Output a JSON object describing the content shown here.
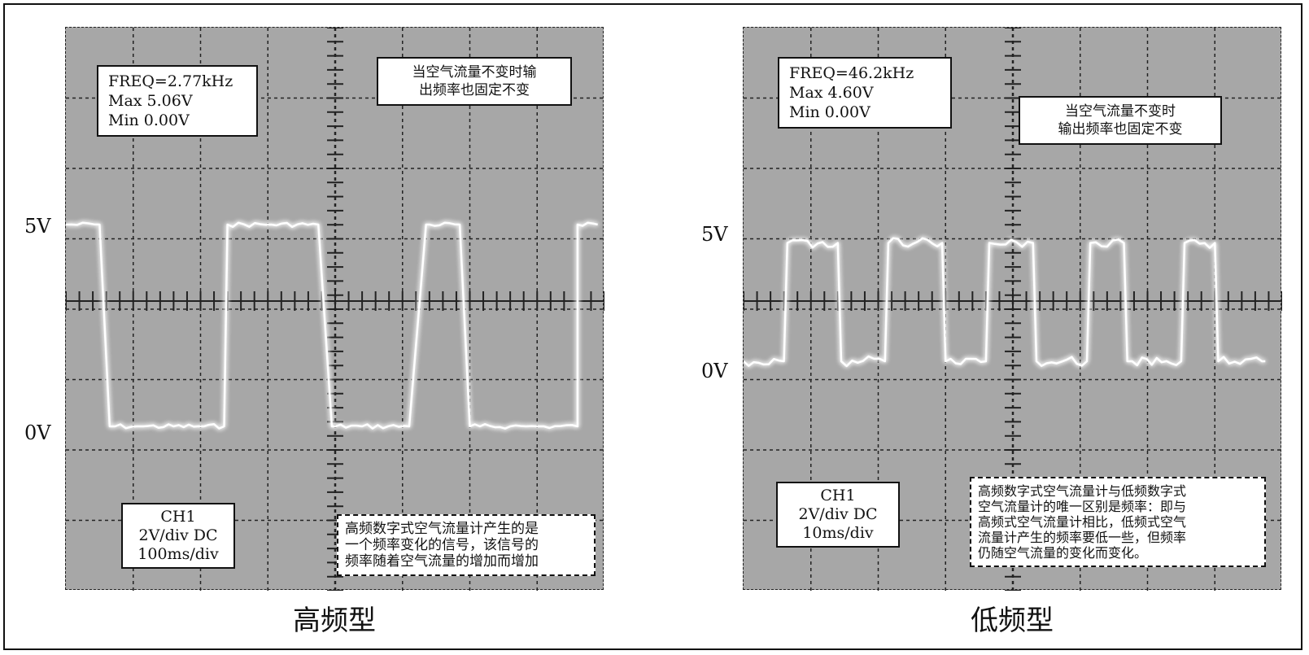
{
  "chart_data": [
    {
      "type": "line",
      "title": "高频型",
      "y_tick_labels": [
        "5V",
        "0V"
      ],
      "high_level_v": 5.06,
      "low_level_v": 0.0,
      "readout": [
        "FREQ=2.77kHz",
        "Max 5.06V",
        "Min 0.00V"
      ],
      "channel": [
        "CH1",
        "2V/div DC",
        "100ms/div"
      ],
      "note": [
        "当空气流量不变时输",
        "出频率也固定不变"
      ],
      "caption": [
        "高频数字式空气流量计产生的是",
        "一个频率变化的信号，该信号的",
        "频率随着空气流量的增加而增加"
      ],
      "grid": true,
      "series": [
        {
          "x": [
            0,
            0.5,
            0.65,
            1.05,
            1.15,
            2.05,
            2.35,
            2.4,
            3.05,
            3.75,
            3.95,
            4.0,
            4.4,
            5.1,
            5.35,
            5.4,
            5.85,
            6.0,
            6.15,
            6.6,
            7.0,
            7.1,
            7.6,
            7.6,
            7.9
          ],
          "y": [
            5.0,
            5.0,
            0.0,
            0.0,
            0.0,
            0.0,
            0.0,
            5.0,
            5.0,
            5.0,
            0.0,
            0.0,
            0.0,
            0.0,
            5.0,
            5.0,
            5.0,
            0.0,
            0.0,
            0.0,
            0.0,
            0.0,
            0.0,
            5.0,
            5.0
          ]
        }
      ]
    },
    {
      "type": "line",
      "title": "低频型",
      "y_tick_labels": [
        "5V",
        "0V"
      ],
      "high_level_v": 4.6,
      "low_level_v": 0.0,
      "readout": [
        "FREQ=46.2kHz",
        "Max 4.60V",
        "Min 0.00V"
      ],
      "channel": [
        "CH1",
        "2V/div DC",
        "10ms/div"
      ],
      "note": [
        "当空气流量不变时",
        "输出频率也固定不变"
      ],
      "caption": [
        "高频数字式空气流量计与低频数字式",
        "空气流量计的唯一区别是频率：即与",
        "高频式空气流量计相比，低频式空气",
        "流量计产生的频率要低一些，但频率",
        "仍随空气流量的变化而变化。"
      ],
      "grid": true,
      "series": [
        {
          "x": [
            0,
            0.6,
            0.65,
            1.4,
            1.45,
            2.1,
            2.15,
            2.95,
            3.0,
            3.6,
            3.65,
            4.3,
            4.35,
            5.1,
            5.15,
            5.65,
            5.7,
            6.5,
            6.55,
            7.0,
            7.05,
            7.7,
            7.75
          ],
          "y": [
            0.0,
            0.0,
            4.6,
            4.6,
            0.0,
            0.0,
            4.6,
            4.6,
            0.0,
            0.0,
            4.6,
            4.6,
            0.0,
            0.0,
            4.6,
            4.6,
            0.0,
            0.0,
            4.6,
            4.6,
            0.0,
            0.0,
            0.0
          ]
        }
      ]
    }
  ]
}
